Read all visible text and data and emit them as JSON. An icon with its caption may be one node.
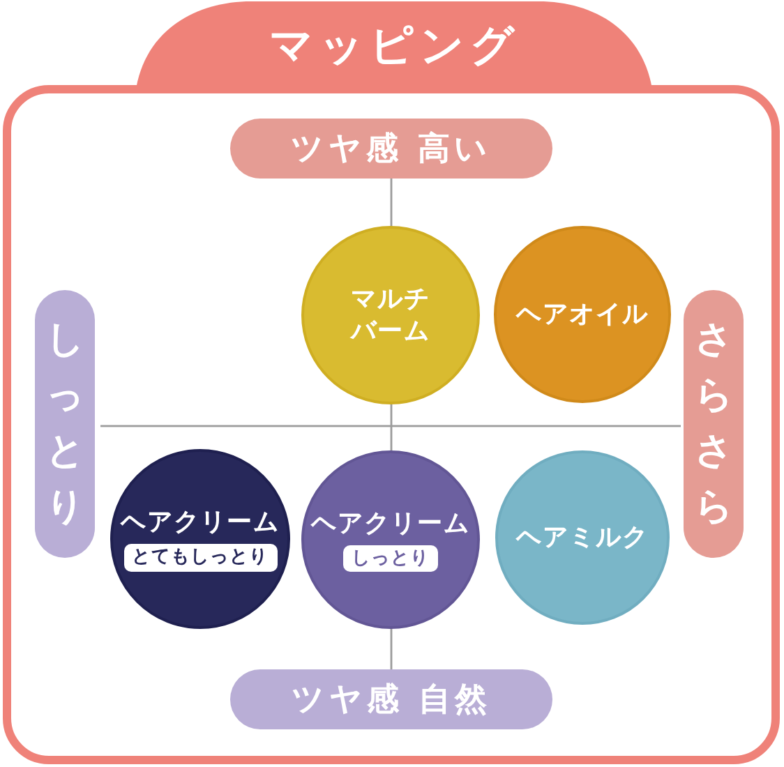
{
  "diagram": {
    "nodes": [
      {
        "text": [
          "マッピング"
        ]
      },
      {
        "text": [
          "ツヤ感 高い"
        ],
        "in": 0
      },
      {
        "text": [
          "しっとり"
        ],
        "in": 0
      },
      {
        "text": [
          "マルチバーム"
        ],
        "in": 0
      },
      {
        "text": [
          "ヘアオイル"
        ],
        "in": 0
      },
      {
        "text": [
          "さらさら"
        ],
        "in": 0
      },
      {
        "text": [
          "ヘアクリーム",
          "とてもしっとり"
        ],
        "in": 0
      },
      {
        "text": [
          "ヘアクリーム",
          "しっとり"
        ],
        "in": 0
      },
      {
        "text": [
          "ヘアミルク"
        ],
        "in": 0
      },
      {
        "text": [
          "ツヤ感 自然"
        ],
        "in": 0
      }
    ]
  }
}
